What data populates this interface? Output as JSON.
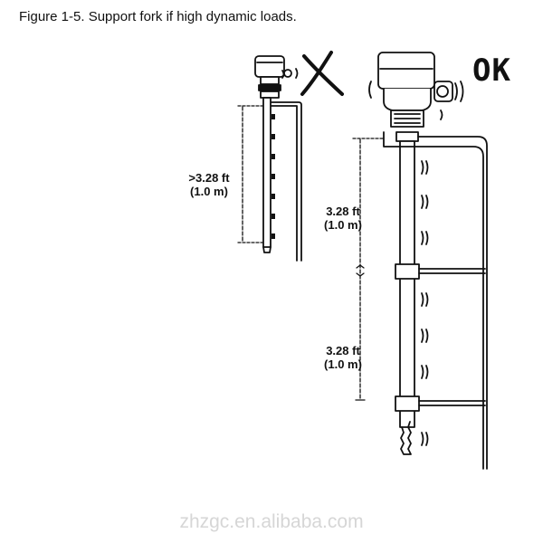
{
  "caption": "Figure 1-5.  Support fork if high dynamic loads.",
  "left_example": {
    "mark": "cross-mark-icon",
    "distance_label_line1": ">3.28 ft",
    "distance_label_line2": "(1.0 m)"
  },
  "right_example": {
    "mark_text": "OK",
    "distance_label_1_line1": "3.28 ft",
    "distance_label_1_line2": "(1.0 m)",
    "distance_label_2_line1": "3.28 ft",
    "distance_label_2_line2": "(1.0 m)"
  },
  "watermark": "zhzgc.en.alibaba.com",
  "colors": {
    "ink": "#111111",
    "watermark": "#d6d6d6",
    "background": "#ffffff"
  }
}
